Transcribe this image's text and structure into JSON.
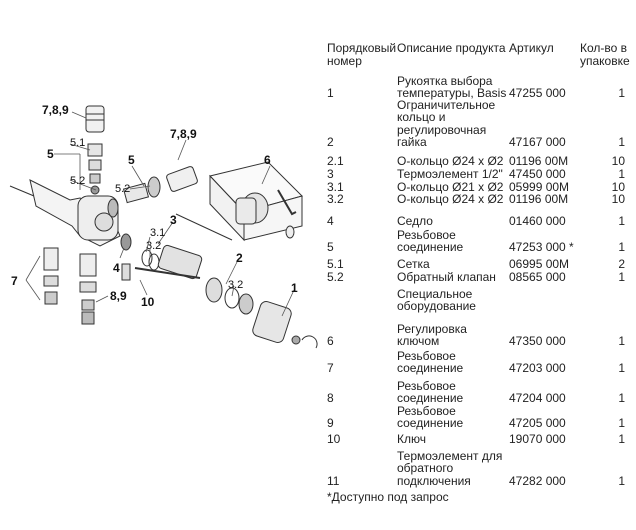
{
  "table": {
    "headers": {
      "num_line1": "Порядковый",
      "num_line2": "номер",
      "desc": "Описание продукта",
      "article": "Артикул",
      "qty_line1": "Кол-во в",
      "qty_line2": "упаковке"
    },
    "rows": [
      {
        "num": "1",
        "desc": [
          "Рукоятка выбора",
          "температуры, Basis"
        ],
        "article": "47255 000",
        "qty": "1"
      },
      {
        "num": "2",
        "desc": [
          "Ограничительное",
          "кольцо и",
          "регулировочная",
          "гайка"
        ],
        "article": "47167 000",
        "qty": "1"
      },
      {
        "num": "2.1",
        "desc": [
          "О-кольцо Ø24 x Ø2"
        ],
        "article": "01196 00M",
        "qty": "10"
      },
      {
        "num": "3",
        "desc": [
          "Термоэлемент 1/2\""
        ],
        "article": "47450 000",
        "qty": "1"
      },
      {
        "num": "3.1",
        "desc": [
          "О-кольцо Ø21 x Ø2"
        ],
        "article": "05999 00M",
        "qty": "10"
      },
      {
        "num": "3.2",
        "desc": [
          "О-кольцо Ø24 x Ø2"
        ],
        "article": "01196 00M",
        "qty": "10"
      },
      {
        "num": "4",
        "desc": [
          "Седло"
        ],
        "article": "01460 000",
        "qty": "1"
      },
      {
        "num": "5",
        "desc": [
          "Резьбовое",
          "соединение"
        ],
        "article": "47253 000 *",
        "qty": "1"
      },
      {
        "num": "5.1",
        "desc": [
          "Сетка"
        ],
        "article": "06995 00M",
        "qty": "2"
      },
      {
        "num": "5.2",
        "desc": [
          "Обратный клапан"
        ],
        "article": "08565 000",
        "qty": "1"
      },
      {
        "num": "",
        "desc": [
          "Специальное",
          "оборудование"
        ],
        "article": "",
        "qty": ""
      },
      {
        "num": "6",
        "desc": [
          "Регулировка",
          "ключом"
        ],
        "article": "47350 000",
        "qty": "1"
      },
      {
        "num": "7",
        "desc": [
          "Резьбовое",
          "соединение"
        ],
        "article": "47203 000",
        "qty": "1"
      },
      {
        "num": "8",
        "desc": [
          "Резьбовое",
          "соединение"
        ],
        "article": "47204 000",
        "qty": "1"
      },
      {
        "num": "9",
        "desc": [
          "Резьбовое",
          "соединение"
        ],
        "article": "47205 000",
        "qty": "1"
      },
      {
        "num": "10",
        "desc": [
          "Ключ"
        ],
        "article": "19070 000",
        "qty": "1"
      },
      {
        "num": "11",
        "desc": [
          "Термоэлемент для",
          "обратного",
          "подключения"
        ],
        "article": "47282 000",
        "qty": "1"
      }
    ],
    "footnote": "*Доступно под запрос"
  },
  "diagram": {
    "callouts": [
      "7,8,9",
      "5",
      "5.1",
      "5.2",
      "5",
      "5.2",
      "7,8,9",
      "3",
      "3.1",
      "3.2",
      "4",
      "6",
      "2",
      "3.2",
      "1",
      "7",
      "8,9",
      "10"
    ]
  }
}
